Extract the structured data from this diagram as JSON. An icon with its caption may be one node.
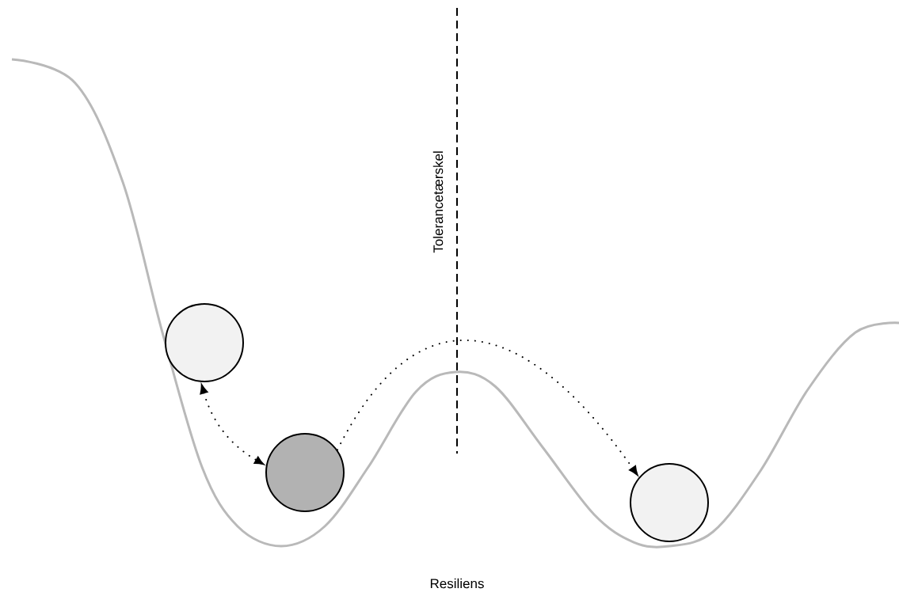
{
  "diagram": {
    "nodes": [
      {
        "text": [],
        "shape": "circle"
      },
      {
        "text": [],
        "shape": "circle"
      },
      {
        "text": [],
        "shape": "circle"
      }
    ],
    "edges": [
      {
        "from": 0,
        "to": 1,
        "arrow": "both"
      },
      {
        "from": 1,
        "to": 2,
        "arrow": "to"
      }
    ],
    "labels": [
      "Tolerancetærskel",
      "Resiliens"
    ]
  }
}
